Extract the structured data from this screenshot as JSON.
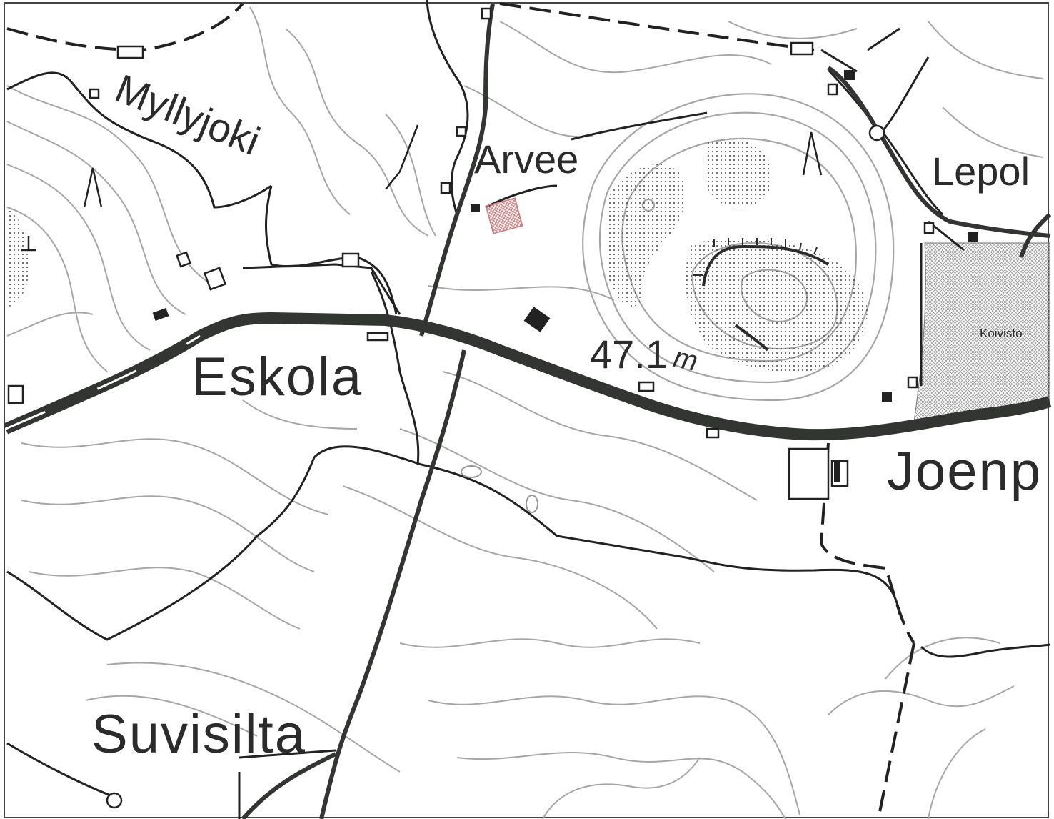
{
  "map": {
    "place_names": {
      "myllyjoki": "Myllyjoki",
      "arvee": "Arvee",
      "lepol": "Lepol",
      "eskola": "Eskola",
      "joenp": "Joenp",
      "suvisilta": "Suvisilta",
      "koivisto": "Koivisto"
    },
    "elevation_label": "47.1",
    "elevation_unit": "m",
    "colors": {
      "road": "#333533",
      "contour": "#a6a6a6",
      "path": "#222222",
      "highlight_building": "#d9a0a0",
      "field_hatch": "#b8b8b8"
    }
  }
}
